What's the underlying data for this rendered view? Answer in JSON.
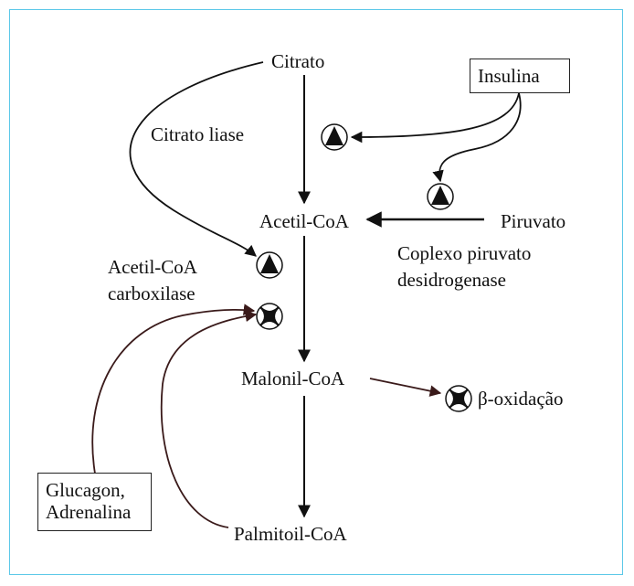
{
  "nodes": {
    "citrato": "Citrato",
    "acetil_coa": "Acetil-CoA",
    "piruvato": "Piruvato",
    "malonil_coa": "Malonil-CoA",
    "palmitoil_coa": "Palmitoil-CoA",
    "beta_oxidacao": "β-oxidação"
  },
  "enzymes": {
    "citrato_liase": "Citrato liase",
    "acetil_coa_carboxilase_1": "Acetil-CoA",
    "acetil_coa_carboxilase_2": "carboxilase",
    "complexo_piruvato_1": "Coplexo piruvato",
    "complexo_piruvato_2": "desidrogenase"
  },
  "regulators": {
    "insulina": "Insulina",
    "glucagon_1": "Glucagon,",
    "glucagon_2": "Adrenalina"
  },
  "symbols": {
    "activation": "triangle-activation-icon",
    "inhibition": "cross-inhibition-icon"
  },
  "colors": {
    "frame": "#5bc8e8",
    "ink": "#111111",
    "inhibition_arrow": "#3a1a1a"
  }
}
